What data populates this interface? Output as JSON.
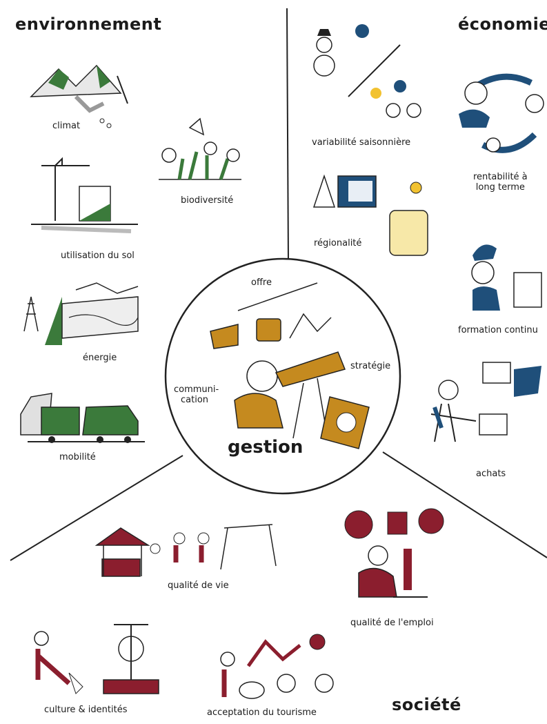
{
  "sections": {
    "environnement": "environnement",
    "economie": "économie",
    "societe": "société"
  },
  "labels": {
    "climat": "climat",
    "biodiversite": "biodiversité",
    "utilisation_sol": "utilisation du sol",
    "energie": "énergie",
    "mobilite": "mobilité",
    "variabilite_saisonniere": "variabilité saisonnière",
    "rentabilite_line1": "rentabilité à",
    "rentabilite_line2": "long terme",
    "regionalite": "régionalité",
    "formation_continue": "formation continu",
    "achats": "achats",
    "offre": "offre",
    "strategie": "stratégie",
    "communication_line1": "communi-",
    "communication_line2": "cation",
    "gestion": "gestion",
    "qualite_vie": "qualité de vie",
    "qualite_emploi": "qualité de l'emploi",
    "culture_identites": "culture & identités",
    "acceptation_tourisme": "acceptation du tourisme"
  },
  "colors": {
    "environnement_accent": "#3b7a3b",
    "economie_accent": "#1f4f7a",
    "gestion_accent": "#c58a1f",
    "societe_accent": "#8b1e2e",
    "highlight_yellow": "#f2c230"
  }
}
